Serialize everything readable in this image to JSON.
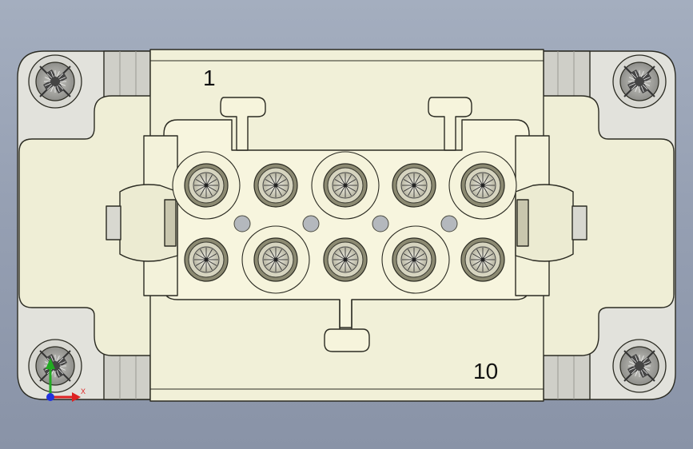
{
  "labels": {
    "pin_first": "1",
    "pin_last": "10",
    "axis_x": "X"
  },
  "model": {
    "pin_count": 10,
    "screw_count": 4,
    "view": "front"
  },
  "colors": {
    "background_top": "#a4aebf",
    "background_bottom": "#8993a7",
    "housing": "#f1f0d8",
    "insert": "#f7f5de",
    "mount_flange": "#e2e2dc",
    "outline": "#2b2b22",
    "pin_ring": "#8c8a72",
    "axis_x": "#dd2222",
    "axis_y": "#22aa22",
    "axis_origin": "#2233dd"
  },
  "icons": {
    "screw": "phillips-screw-icon",
    "pin": "contact-pin-icon",
    "triad": "coordinate-triad-icon"
  }
}
